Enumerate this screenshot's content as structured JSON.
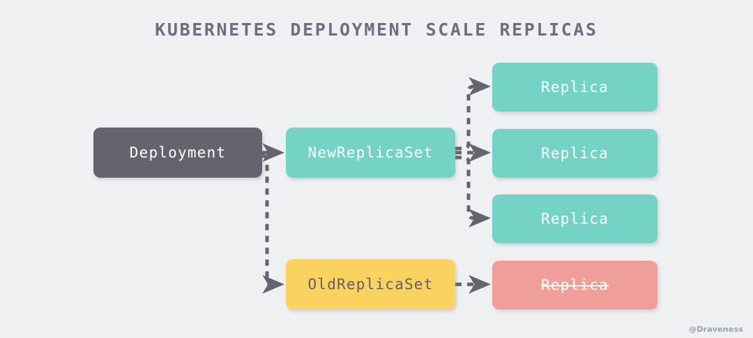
{
  "diagram": {
    "title": "KUBERNETES DEPLOYMENT SCALE REPLICAS",
    "watermark": "@Draveness",
    "background_color": "#eff0f2",
    "title_color": "#6e6e7e",
    "connector_color": "#66636f",
    "nodes": {
      "deployment": {
        "label": "Deployment",
        "fill": "#66636f",
        "text_color": "#ffffff"
      },
      "new_replicaset": {
        "label": "NewReplicaSet",
        "fill": "#74d3c4",
        "text_color": "#ffffff"
      },
      "old_replicaset": {
        "label": "OldReplicaSet",
        "fill": "#fad25f",
        "text_color": "#625f6b"
      },
      "replica_1": {
        "label": "Replica",
        "fill": "#74d3c4",
        "text_color": "#ffffff"
      },
      "replica_2": {
        "label": "Replica",
        "fill": "#74d3c4",
        "text_color": "#ffffff"
      },
      "replica_3": {
        "label": "Replica",
        "fill": "#74d3c4",
        "text_color": "#ffffff"
      },
      "replica_old": {
        "label": "Replica",
        "fill": "#ef9e9a",
        "text_color": "#ffffff",
        "struck_through": true
      }
    },
    "edges": [
      {
        "from": "deployment",
        "to": "new_replicaset",
        "style": "dashed-arrow"
      },
      {
        "from": "deployment",
        "to": "old_replicaset",
        "style": "dashed-arrow"
      },
      {
        "from": "new_replicaset",
        "to": "replica_1",
        "style": "dashed-arrow"
      },
      {
        "from": "new_replicaset",
        "to": "replica_2",
        "style": "dashed-arrow"
      },
      {
        "from": "new_replicaset",
        "to": "replica_3",
        "style": "dashed-arrow"
      },
      {
        "from": "old_replicaset",
        "to": "replica_old",
        "style": "dashed-arrow"
      }
    ]
  }
}
